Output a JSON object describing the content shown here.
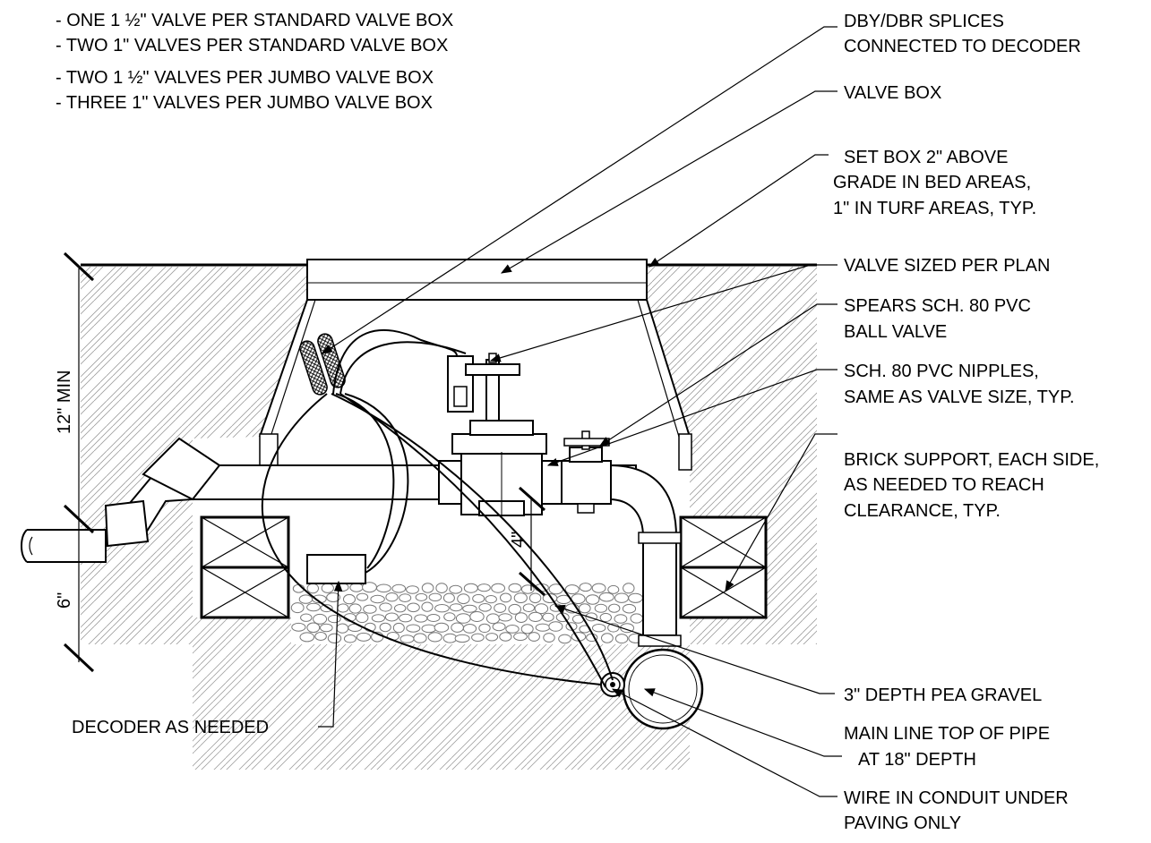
{
  "notes": {
    "line1": "- ONE 1 ½\" VALVE PER STANDARD VALVE BOX",
    "line2": "- TWO 1\" VALVES PER STANDARD VALVE BOX",
    "line3": "- TWO 1 ½\" VALVES PER JUMBO VALVE BOX",
    "line4": "- THREE 1\" VALVES PER JUMBO VALVE BOX"
  },
  "callouts": {
    "splices_1": "DBY/DBR SPLICES",
    "splices_2": "CONNECTED TO DECODER",
    "valve_box": "VALVE BOX",
    "set_box_1": "SET BOX 2\" ABOVE",
    "set_box_2": "GRADE IN BED AREAS,",
    "set_box_3": "1\" IN TURF AREAS, TYP.",
    "valve_sized": "VALVE SIZED PER PLAN",
    "ball_valve_1": "SPEARS SCH. 80 PVC",
    "ball_valve_2": "BALL VALVE",
    "nipples_1": "SCH. 80 PVC NIPPLES,",
    "nipples_2": "SAME AS VALVE SIZE, TYP.",
    "brick_1": "BRICK SUPPORT, EACH SIDE,",
    "brick_2": "AS NEEDED TO REACH",
    "brick_3": "CLEARANCE, TYP.",
    "gravel": "3\" DEPTH PEA GRAVEL",
    "main_line_1": "MAIN LINE TOP OF PIPE",
    "main_line_2": "AT 18\" DEPTH",
    "conduit_1": "WIRE IN CONDUIT UNDER",
    "conduit_2": "PAVING ONLY",
    "decoder": "DECODER AS NEEDED"
  },
  "dimensions": {
    "depth_min": "12\" MIN",
    "bottom": "6\"",
    "clearance": "4\""
  }
}
